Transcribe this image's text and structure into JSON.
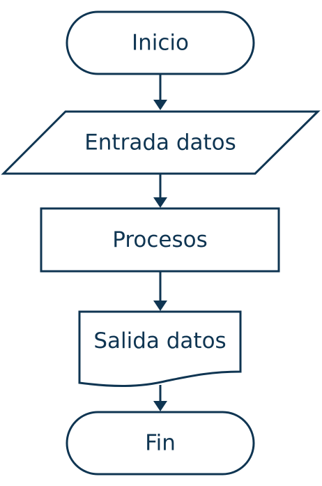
{
  "flowchart": {
    "nodes": {
      "start": "Inicio",
      "input": "Entrada datos",
      "process": "Procesos",
      "output": "Salida datos",
      "end": "Fin"
    },
    "colors": {
      "stroke": "#0f3552",
      "fill": "#ffffff",
      "text": "#0f3552"
    }
  }
}
